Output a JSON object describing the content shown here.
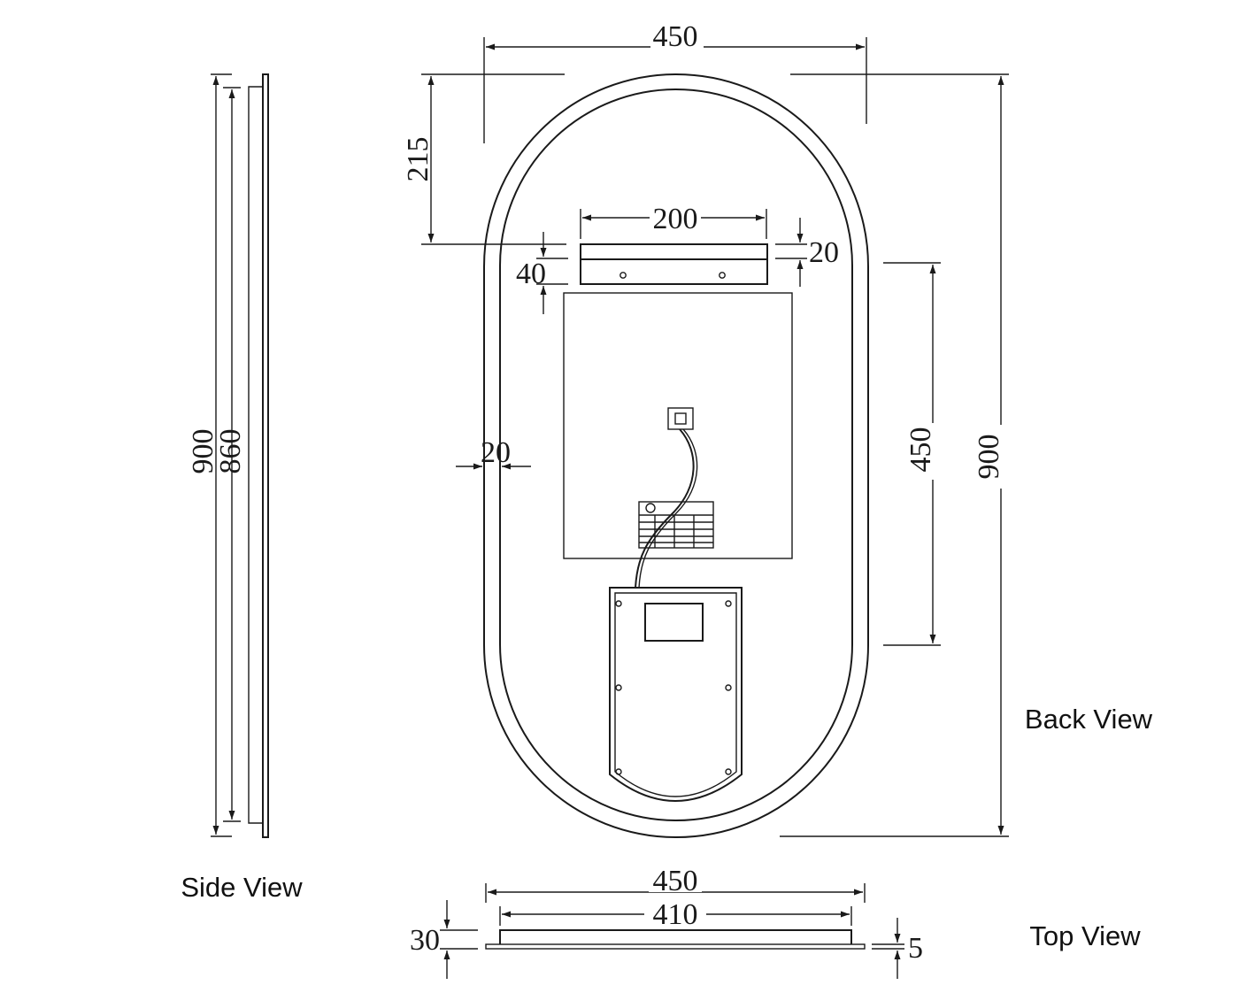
{
  "views": {
    "side": {
      "label": "Side View"
    },
    "back": {
      "label": "Back View"
    },
    "top": {
      "label": "Top View"
    }
  },
  "dimensions": {
    "back_width": "450",
    "top_offset": "215",
    "bracket_width": "200",
    "bracket_height": "20",
    "bracket_gap": "40",
    "frame_inset": "20",
    "panel_height": "450",
    "total_height": "900",
    "side_total_height": "900",
    "side_glass_height": "860",
    "top_outer_width": "450",
    "top_inner_width": "410",
    "top_depth": "30",
    "top_edge": "5"
  },
  "colors": {
    "line": "#1a1a1a",
    "background": "#ffffff"
  }
}
